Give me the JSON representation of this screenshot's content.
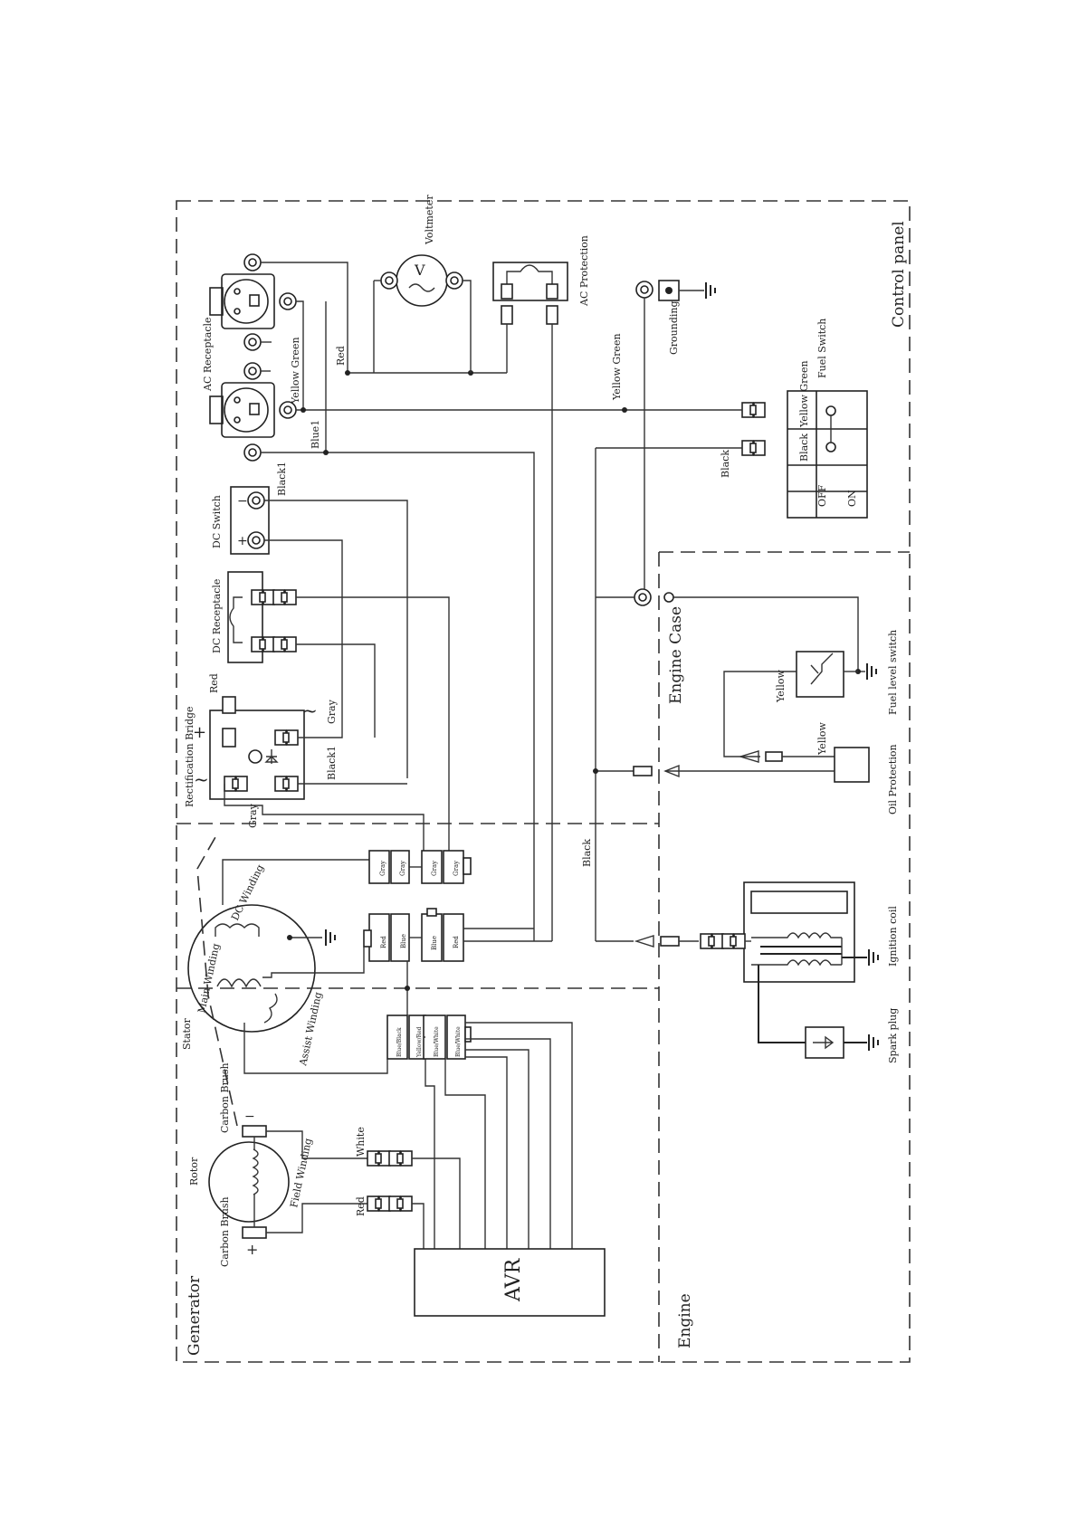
{
  "sections": {
    "control_panel": "Control panel",
    "generator": "Generator",
    "engine": "Engine",
    "engine_case": "Engine Case"
  },
  "components": {
    "ac_receptacle": "AC Receptacle",
    "voltmeter": "Voltmeter",
    "voltmeter_symbol": "V",
    "ac_protection": "AC Protection",
    "grounding": "Grounding",
    "fuel_switch": "Fuel Switch",
    "dc_switch": "DC Switch",
    "dc_receptacle": "DC Receptacle",
    "rectification_bridge": "Rectification Bridge",
    "fuel_level_switch": "Fuel level switch",
    "oil_protection": "Oil Protection",
    "dc_winding": "DC Winding",
    "main_winding": "Main Winding",
    "assist_winding": "Assist Winding",
    "stator": "Stator",
    "carbon_brush_top": "Carbon Brush",
    "carbon_brush_bottom": "Carbon Brush",
    "rotor": "Rotor",
    "field_winding": "Field Winding",
    "avr": "AVR",
    "ignition_coil": "Ignition coil",
    "spark_plug": "Spark plug"
  },
  "wires": {
    "yellow_green_1": "Yellow Green",
    "red_1": "Red",
    "blue_1": "Blue1",
    "yellow_green_2": "Yellow Green",
    "black_fuel": "Black",
    "black1_dc": "Black1",
    "red_bridge": "Red",
    "gray_bridge": "Gray",
    "black1_bridge": "Black1",
    "gray_bottom": "Gray",
    "black_engine": "Black",
    "yellow_fls": "Yellow",
    "yellow_oil": "Yellow",
    "white_rotor": "White",
    "red_rotor": "Red"
  },
  "fuel_switch_table": {
    "col_black": "Black",
    "col_yellow_green": "Yellow Green",
    "row_off": "OFF",
    "row_on": "ON"
  },
  "connector_labels": {
    "gray1": "Gray",
    "gray2": "Gray",
    "gray3": "Gray",
    "gray4": "Gray",
    "red_a": "Red",
    "blue_a": "Blue",
    "blue_b": "Blue",
    "red_b": "Red",
    "p1": "Blue/Black",
    "p2": "Yellow/Red",
    "p3": "Blue/White",
    "p4": "Blue/White"
  },
  "symbols": {
    "plus": "+",
    "minus": "−",
    "tilde": "~"
  },
  "colors": {
    "line": "#333333",
    "background": "#ffffff"
  }
}
